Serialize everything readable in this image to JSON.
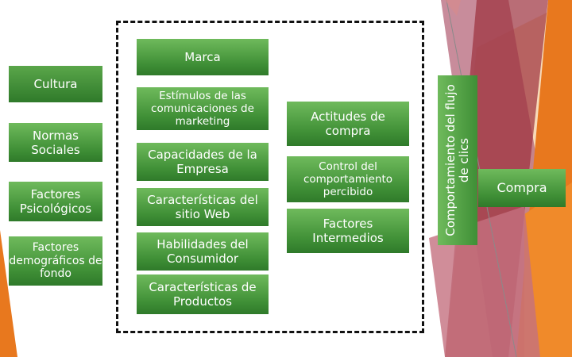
{
  "colors": {
    "box_green": "#4a9a3e",
    "box_green_light": "#6fba5c",
    "frame_border": "#111111",
    "deco_orange": "#e8781e",
    "deco_peach": "#f3c99a",
    "deco_maroon": "#9b2f3c",
    "deco_mauve": "#b5657a"
  },
  "diagram": {
    "left_column": [
      {
        "id": "cultura",
        "label": "Cultura"
      },
      {
        "id": "normas",
        "label": "Normas Sociales"
      },
      {
        "id": "psicologicos",
        "label": "Factores Psicológicos"
      },
      {
        "id": "demograficos",
        "label": "Factores demográficos de fondo"
      }
    ],
    "marca": "Marca",
    "middle_column": [
      {
        "id": "estimulos",
        "label": "Estímulos de las comunicaciones de marketing"
      },
      {
        "id": "capacidades",
        "label": "Capacidades de la Empresa"
      },
      {
        "id": "sitio_web",
        "label": "Características del sitio Web"
      },
      {
        "id": "habilidades",
        "label": "Habilidades del Consumidor"
      },
      {
        "id": "productos",
        "label": "Características de Productos"
      }
    ],
    "right_column": [
      {
        "id": "actitudes",
        "label": "Actitudes de compra"
      },
      {
        "id": "control",
        "label": "Control del comportamiento percibido"
      },
      {
        "id": "intermedios",
        "label": "Factores Intermedios"
      }
    ],
    "clickstream": "Comportamiento del flujo de clics",
    "compra": "Compra"
  }
}
